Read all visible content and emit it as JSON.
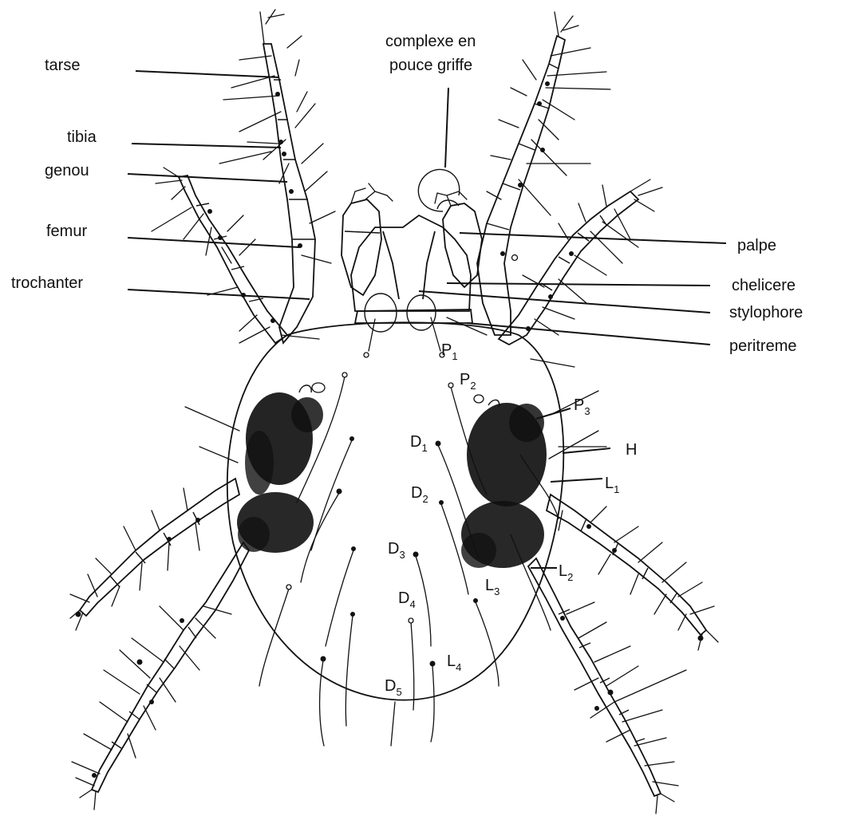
{
  "left_labels": {
    "tarse": "tarse",
    "tibia": "tibia",
    "genou": "genou",
    "femur": "femur",
    "trochanter": "trochanter"
  },
  "top_label": {
    "line1": "complexe en",
    "line2": "pouce griffe"
  },
  "right_labels": {
    "palpe": "palpe",
    "chelicere": "chelicere",
    "stylophore": "stylophore",
    "peritreme": "peritreme"
  },
  "setae": {
    "P1": {
      "letter": "P",
      "sub": "1"
    },
    "P2": {
      "letter": "P",
      "sub": "2"
    },
    "P3": {
      "letter": "P",
      "sub": "3"
    },
    "H": {
      "letter": "H",
      "sub": ""
    },
    "D1": {
      "letter": "D",
      "sub": "1"
    },
    "L1": {
      "letter": "L",
      "sub": "1"
    },
    "D2": {
      "letter": "D",
      "sub": "2"
    },
    "D3": {
      "letter": "D",
      "sub": "3"
    },
    "L2": {
      "letter": "L",
      "sub": "2"
    },
    "L3": {
      "letter": "L",
      "sub": "3"
    },
    "D4": {
      "letter": "D",
      "sub": "4"
    },
    "L4": {
      "letter": "L",
      "sub": "4"
    },
    "D5": {
      "letter": "D",
      "sub": "5"
    }
  }
}
